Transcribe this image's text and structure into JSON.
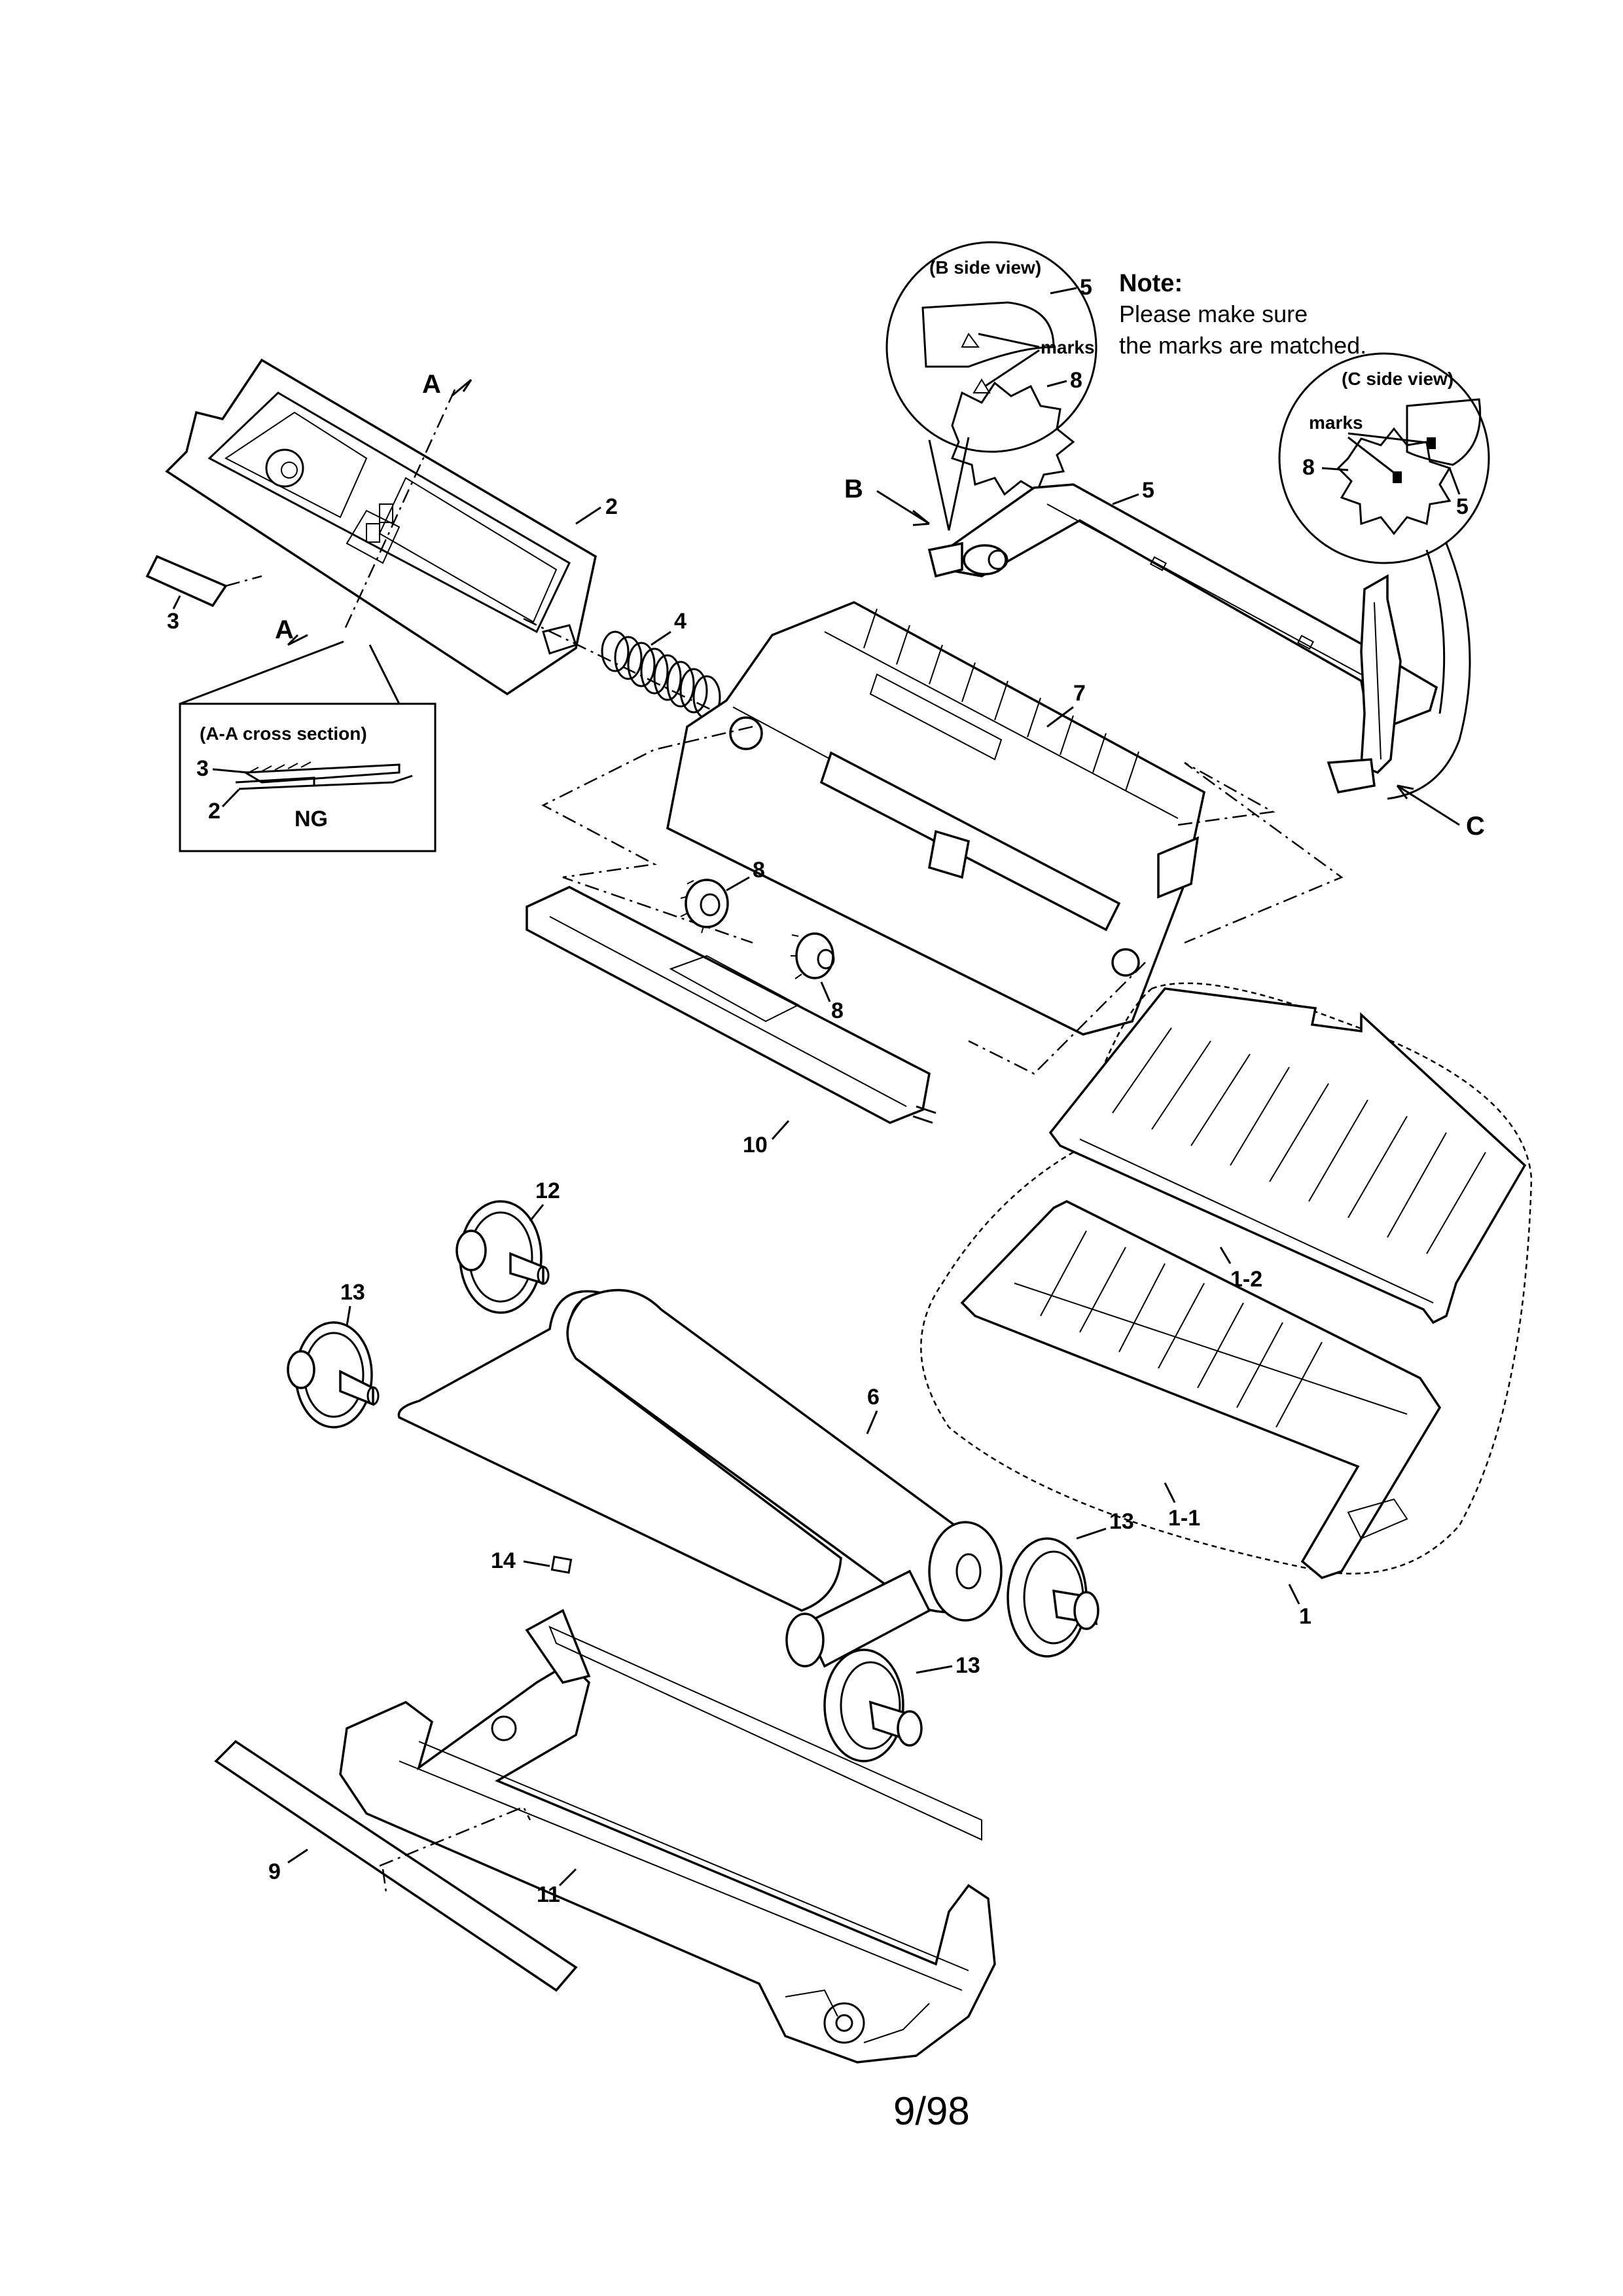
{
  "note": {
    "heading": "Note:",
    "line1": "Please make sure",
    "line2": "the marks are matched."
  },
  "views": {
    "b_side_title": "(B side view)",
    "c_side_title": "(C side view)",
    "marks": "marks",
    "aa_title": "(A-A cross section)",
    "ng": "NG"
  },
  "arrows": {
    "a_top": "A",
    "a_bottom": "A",
    "b": "B",
    "c": "C"
  },
  "callouts": {
    "p1": "1",
    "p1_1": "1-1",
    "p1_2": "1-2",
    "p2": "2",
    "p3": "3",
    "p4": "4",
    "p5": "5",
    "p6": "6",
    "p7": "7",
    "p8a": "8",
    "p8b": "8",
    "p9": "9",
    "p10": "10",
    "p11": "11",
    "p12": "12",
    "p13a": "13",
    "p13b": "13",
    "p13c": "13",
    "p14": "14",
    "b_view_5": "5",
    "b_view_8": "8",
    "c_view_5": "5",
    "c_view_8": "8",
    "aa_3": "3",
    "aa_2": "2"
  },
  "page_number": "9/98"
}
